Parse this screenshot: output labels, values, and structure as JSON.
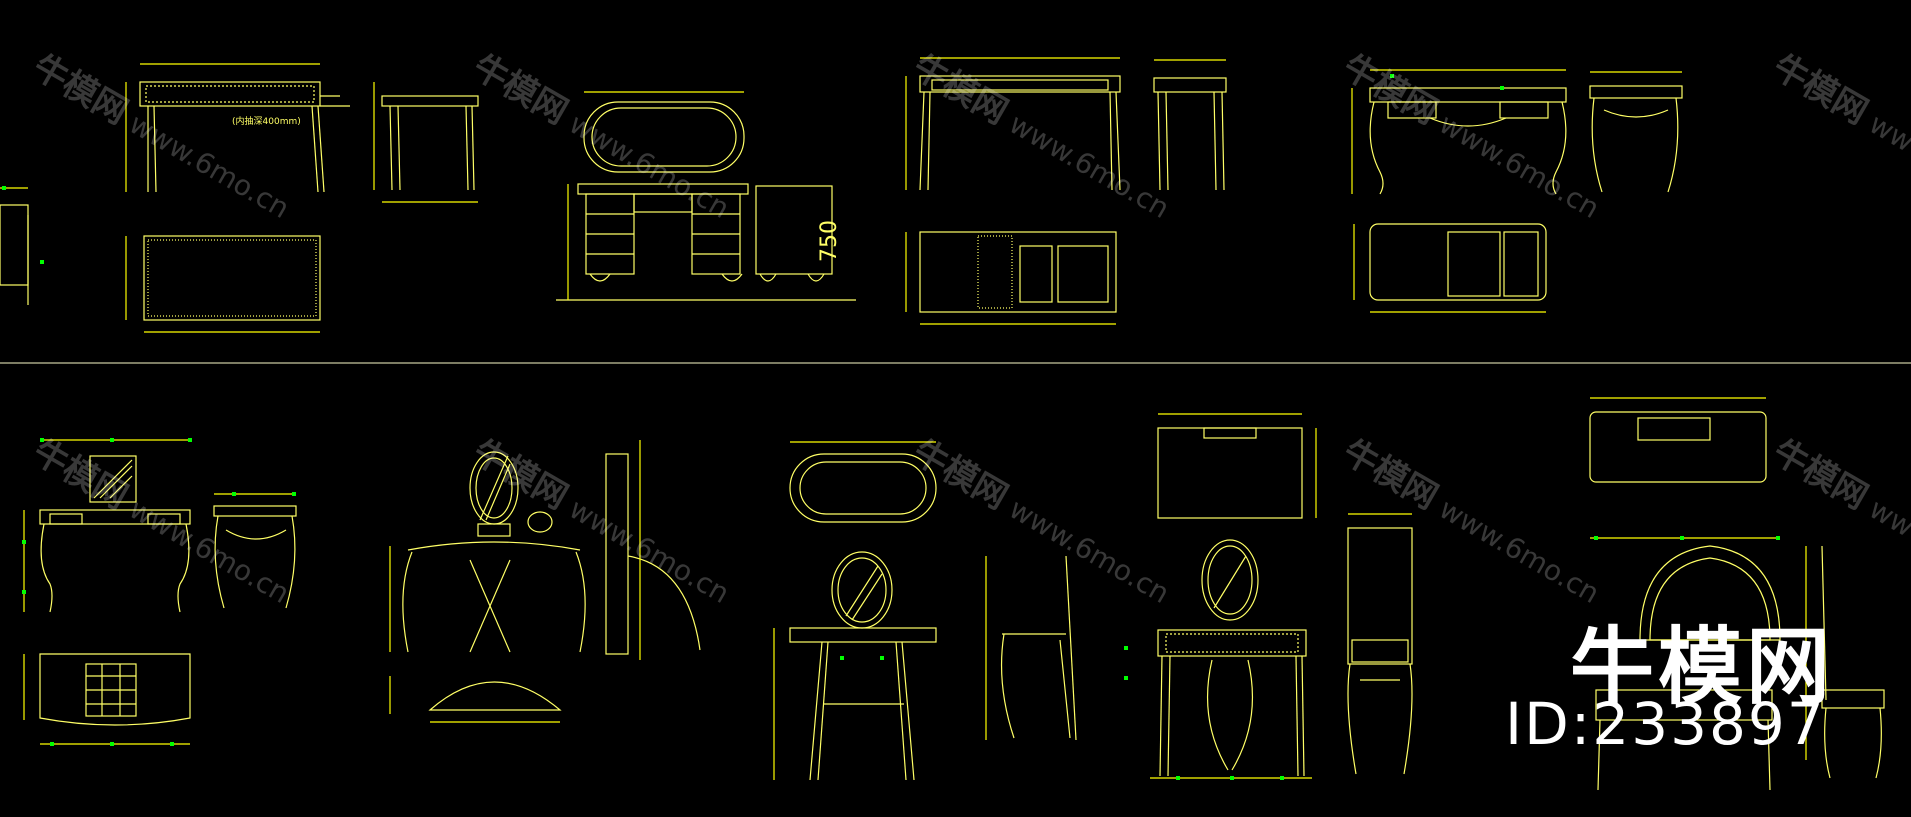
{
  "canvas": {
    "background": "#000000",
    "line_color": "#ffff66",
    "dim_color": "#ffff00",
    "marker_color": "#00ff00",
    "divider_color": "#c8c8a0"
  },
  "watermarks": [
    {
      "cn": "牛模网",
      "url": "www.6mo.cn"
    },
    {
      "cn": "牛模网",
      "url": "www.6mo.cn"
    },
    {
      "cn": "牛模网",
      "url": "www.6mo.cn"
    },
    {
      "cn": "牛模网",
      "url": "www.6mo.cn"
    },
    {
      "cn": "牛模网",
      "url": "www.6mo.cn"
    },
    {
      "cn": "牛模网",
      "url": "www.6mo.cn"
    },
    {
      "cn": "牛模网",
      "url": "www.6mo.cn"
    },
    {
      "cn": "牛模网",
      "url": "www.6mo.cn"
    },
    {
      "cn": "牛模网",
      "url": "www.6mo.cn"
    },
    {
      "cn": "牛模网",
      "url": "www.6mo.cn"
    }
  ],
  "logo": {
    "name": "牛模网",
    "id": "ID:233897"
  },
  "annotations": {
    "drawer_note": "(内抽深400mm)",
    "height_750": "750"
  }
}
